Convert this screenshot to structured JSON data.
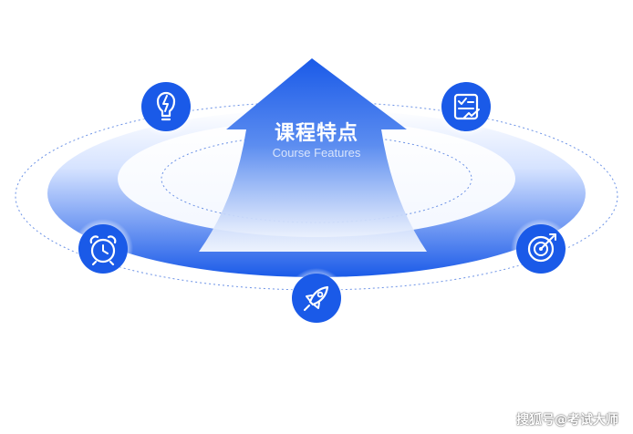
{
  "diagram": {
    "title": "课程特点",
    "subtitle": "Course Features",
    "icons": [
      {
        "name": "lightning-bulb-icon"
      },
      {
        "name": "checklist-chart-icon"
      },
      {
        "name": "alarm-clock-icon"
      },
      {
        "name": "target-arrow-icon"
      },
      {
        "name": "rocket-icon"
      }
    ],
    "colors": {
      "primary": "#1a5ae8",
      "light": "#dbe6ff",
      "dotted_line": "#6d93e6"
    }
  },
  "watermark": {
    "text": "搜狐号@考试大师"
  }
}
